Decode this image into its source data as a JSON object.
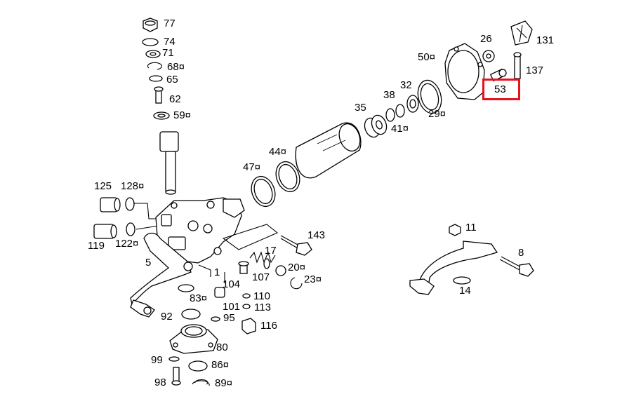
{
  "diagram": {
    "highlight": {
      "part": "53",
      "color": "#e5121b"
    },
    "labels": {
      "p77": "77",
      "p74": "74",
      "p71": "71",
      "p68": "68¤",
      "p65": "65",
      "p62": "62",
      "p59": "59¤",
      "p125": "125",
      "p128": "128¤",
      "p119": "119",
      "p122": "122¤",
      "p5": "5",
      "p47": "47¤",
      "p44": "44¤",
      "p35": "35",
      "p38": "38",
      "p32": "32",
      "p41": "41¤",
      "p29": "29¤",
      "p50": "50¤",
      "p26": "26",
      "p131": "131",
      "p137": "137",
      "p53": "53",
      "p143": "143",
      "p17": "17",
      "p20": "20¤",
      "p23": "23¤",
      "p107": "107",
      "p1": "1",
      "p104": "104",
      "p83": "83¤",
      "p101": "101",
      "p110": "110",
      "p113": "113",
      "p92": "92",
      "p95": "95",
      "p116": "116",
      "p80": "80",
      "p99": "99",
      "p86": "86¤",
      "p98": "98",
      "p89": "89¤",
      "p11": "11",
      "p8": "8",
      "p14": "14"
    }
  }
}
